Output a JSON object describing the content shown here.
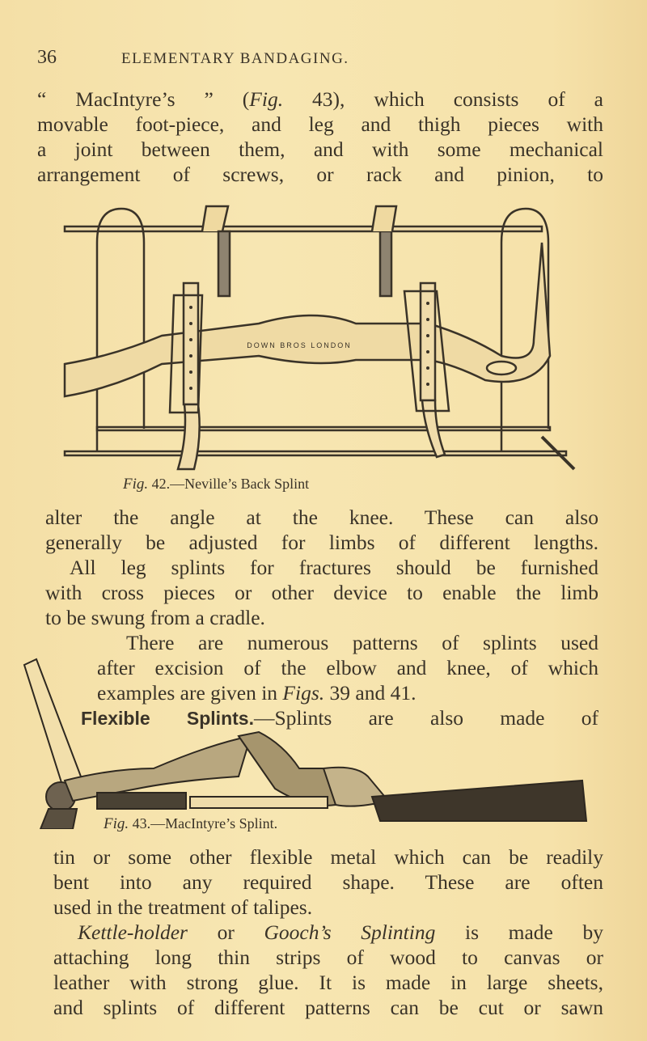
{
  "header": {
    "page_number": "36",
    "running_title": "ELEMENTARY BANDAGING."
  },
  "paragraph_1": {
    "lines": [
      {
        "pre": "“ MacIntyre’s ” (",
        "italic": "Fig.",
        "post": " 43), which consists of a"
      },
      {
        "text": "movable foot-piece, and leg and thigh pieces with"
      },
      {
        "text": "a joint between them, and with some mechanical"
      },
      {
        "text": "arrangement of screws, or rack and pinion, to"
      }
    ]
  },
  "figure_42": {
    "engraving_label": "DOWN BROS LONDON",
    "caption_fig": "Fig.",
    "caption_rest": "42.—Neville’s Back Splint"
  },
  "paragraph_2": {
    "lines": [
      "alter the angle at the knee.  These can also",
      "generally be adjusted for limbs of different lengths.",
      "All leg splints for fractures should be furnished",
      "with cross pieces or other device to enable the limb",
      "to be swung from a cradle."
    ]
  },
  "paragraph_3": {
    "line1": "There are numerous patterns of splints used",
    "line2": "after excision of the elbow and knee, of which",
    "line3_pre": "examples are given in ",
    "line3_italic": "Figs.",
    "line3_post": " 39 and 41."
  },
  "paragraph_4": {
    "heading": "Flexible Splints.",
    "text": "—Splints are also made of"
  },
  "figure_43": {
    "caption_fig": "Fig.",
    "caption_rest": "43.—MacIntyre’s Splint."
  },
  "paragraph_5": {
    "lines": [
      "tin or some other flexible metal which can be readily",
      "bent into any required shape.  These are often",
      "used in the treatment of talipes."
    ]
  },
  "paragraph_6": {
    "italic_1": "Kettle-holder",
    "mid": " or ",
    "italic_2": "Gooch’s Splinting",
    "post": " is made by",
    "lines": [
      "attaching long thin strips of wood to canvas or",
      "leather with strong glue.  It is made in large sheets,",
      "and splints of different patterns can be cut or sawn"
    ]
  }
}
